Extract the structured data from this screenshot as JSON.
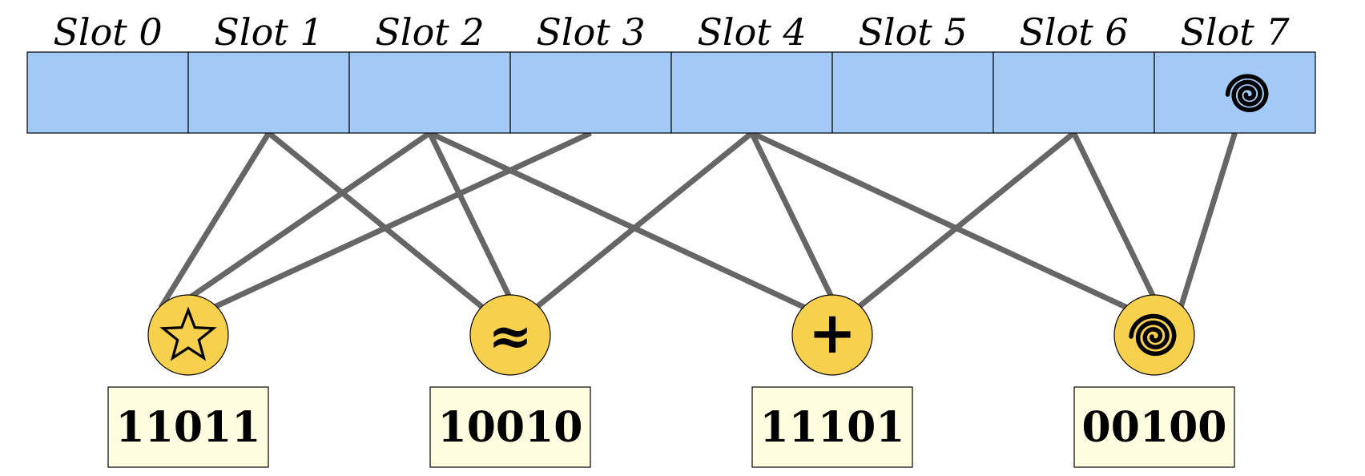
{
  "slots": {
    "labels": [
      "Slot 0",
      "Slot 1",
      "Slot 2",
      "Slot 3",
      "Slot 4",
      "Slot 5",
      "Slot 6",
      "Slot 7"
    ],
    "occupied": [
      {
        "slot": 7,
        "icon": "spiral-icon",
        "glyph": "@"
      }
    ]
  },
  "items": [
    {
      "name": "star",
      "icon": "star-icon",
      "glyph": "☆",
      "code": "11011",
      "slots": [
        1,
        2,
        3
      ]
    },
    {
      "name": "approx",
      "icon": "approx-icon",
      "glyph": "≈",
      "code": "10010",
      "slots": [
        1,
        2,
        4
      ]
    },
    {
      "name": "plus",
      "icon": "plus-icon",
      "glyph": "+",
      "code": "11101",
      "slots": [
        2,
        4,
        6
      ]
    },
    {
      "name": "spiral",
      "icon": "spiral-icon",
      "glyph": "@",
      "code": "00100",
      "slots": [
        4,
        6,
        7
      ]
    }
  ],
  "colors": {
    "slot_fill": "#a3c9f7",
    "slot_stroke": "#000000",
    "edge": "#666666",
    "node_fill": "#f7d04d",
    "node_stroke": "#000000",
    "code_fill": "#fffee0"
  }
}
